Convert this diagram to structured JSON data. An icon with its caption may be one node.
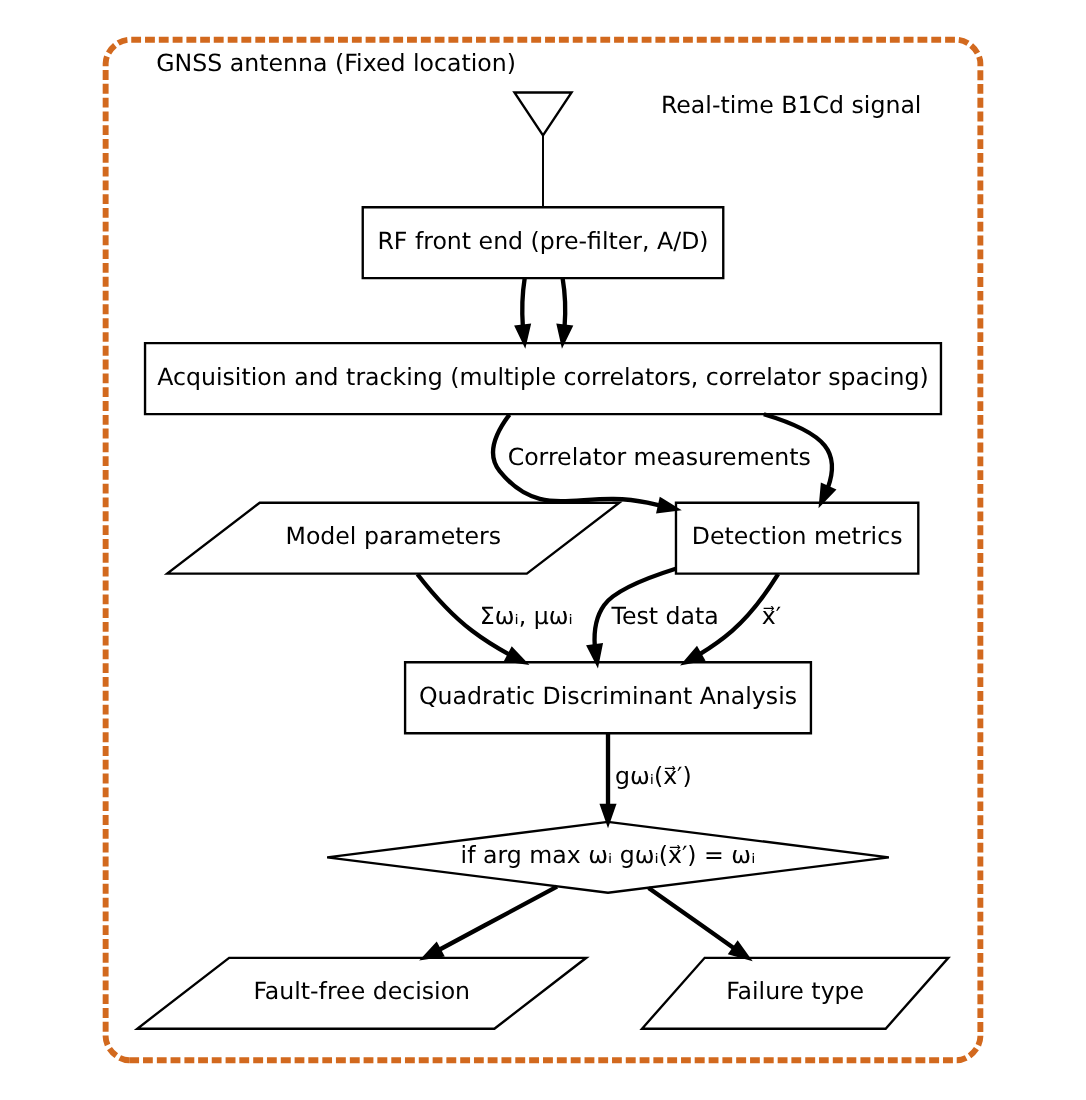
{
  "diagram": {
    "nodes": [
      {
        "text": [],
        "shape": "box"
      },
      {
        "text": [],
        "shape": "antenna",
        "beside": [
          "GNSS antenna (Fixed location)"
        ],
        "in": 0
      },
      {
        "text": [
          "RF front end (pre-filter, A/D)"
        ],
        "in": 0
      },
      {
        "text": [
          "Acquisition and tracking (multiple correlators, correlator spacing)"
        ],
        "in": 0
      },
      {
        "text": [
          "Detection metrics"
        ],
        "in": 0
      },
      {
        "text": [
          "Model parameters"
        ],
        "in": 0
      },
      {
        "text": [
          "Quadratic Discriminant Analysis"
        ],
        "in": 0
      },
      {
        "text": [
          "if arg max ωᵢ gωᵢ(x⃗′) = ωᵢ"
        ],
        "in": 0
      },
      {
        "text": [
          "Fault-free decision"
        ],
        "in": 0
      },
      {
        "text": [
          "Failure type"
        ],
        "in": 0
      }
    ],
    "edges": [
      {
        "from": 1,
        "to": 2,
        "arrow": "none"
      },
      {
        "from": 2,
        "to": 3,
        "arrow": "to"
      },
      {
        "from": 2,
        "to": 3,
        "arrow": "to"
      },
      {
        "from": 3,
        "to": 4,
        "arrow": "to",
        "label": "Correlator measurements"
      },
      {
        "from": 3,
        "to": 4,
        "arrow": "to"
      },
      {
        "from": 4,
        "to": 6,
        "arrow": "to",
        "label": "Test data"
      },
      {
        "from": 4,
        "to": 6,
        "arrow": "to",
        "label": "x⃗′"
      },
      {
        "from": 5,
        "to": 6,
        "arrow": "to",
        "label": "Σωᵢ, μωᵢ"
      },
      {
        "from": 6,
        "to": 7,
        "arrow": "to",
        "label": "gωᵢ(x⃗′)"
      },
      {
        "from": 7,
        "to": 8,
        "arrow": "to"
      },
      {
        "from": 7,
        "to": 9,
        "arrow": "to"
      }
    ],
    "labels": [
      "Real-time B1Cd signal"
    ]
  }
}
